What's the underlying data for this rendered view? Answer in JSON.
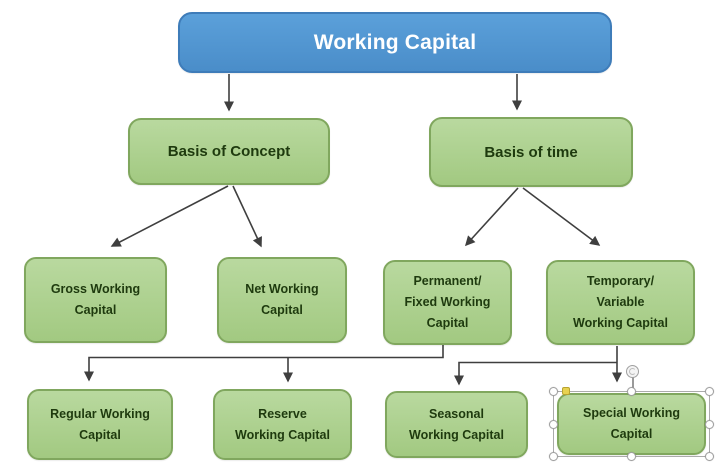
{
  "colors": {
    "node_fill_top": "#b9d99f",
    "node_fill_bottom": "#a2c981",
    "node_border": "#80a75e",
    "node_text": "#1e3a0e",
    "root_fill_top": "#5ba0da",
    "root_fill_bottom": "#4a8dc9",
    "root_border": "#3e7cb9",
    "root_text": "#ffffff",
    "connector": "#3f3f3f",
    "handle_fill": "#ffffff",
    "handle_border": "#a0a0a0",
    "adjust_fill": "#e8d251",
    "adjust_border": "#b9a32f"
  },
  "nodes": {
    "root": {
      "label": "Working Capital"
    },
    "concept": {
      "label": "Basis of Concept"
    },
    "time": {
      "label": "Basis of time"
    },
    "gross": {
      "lines": [
        "Gross Working",
        "Capital"
      ]
    },
    "net": {
      "lines": [
        "Net Working",
        "Capital"
      ]
    },
    "permanent": {
      "lines": [
        "Permanent/",
        "Fixed Working",
        "Capital"
      ]
    },
    "temporary": {
      "lines": [
        "Temporary/",
        "Variable",
        "Working Capital"
      ]
    },
    "regular": {
      "lines": [
        "Regular Working",
        "Capital"
      ]
    },
    "reserve": {
      "lines": [
        "Reserve",
        "Working Capital"
      ]
    },
    "seasonal": {
      "lines": [
        "Seasonal",
        "Working Capital"
      ]
    },
    "special": {
      "lines": [
        "Special Working",
        "Capital"
      ],
      "selected": true
    }
  }
}
